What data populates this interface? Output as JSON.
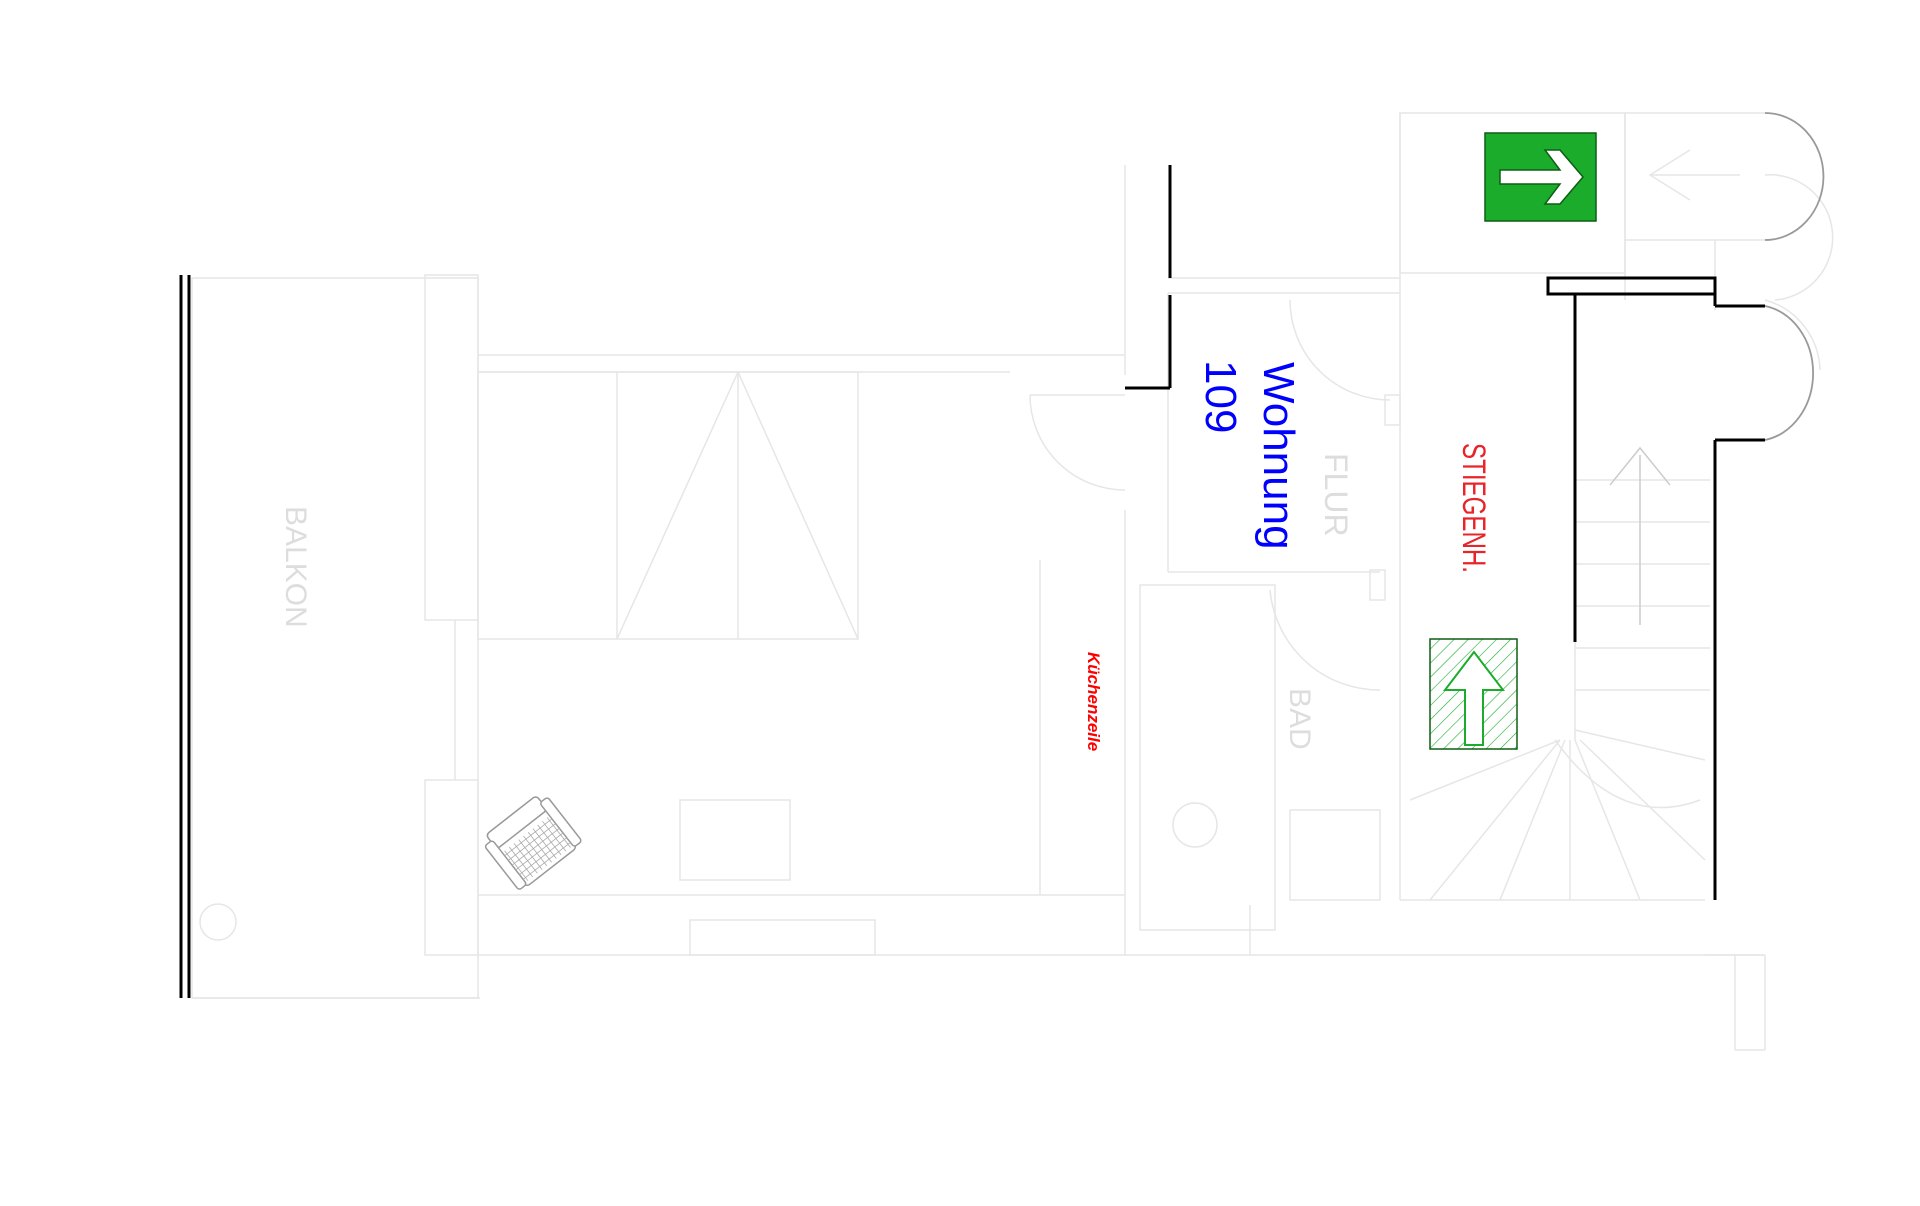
{
  "plan": {
    "apartment_label": "Wohnung",
    "apartment_number": "109",
    "rooms": {
      "balcony": "BALKON",
      "hall": "FLUR",
      "bath": "BAD",
      "stairwell": "STIEGENH.",
      "kitchenette": "Küchenzeile"
    }
  },
  "colors": {
    "apartment_label": "#0000ff",
    "stairwell_label": "#e8242b",
    "kitchenette_label": "#ff0000",
    "room_label_faint": "#dddddd",
    "exit_sign": "#1aac2a",
    "assembly_marker": "#1aac2a",
    "walls": "#000000",
    "lines": "#e6e6e6"
  },
  "symbols": {
    "exit_sign": "emergency-exit-arrow-right-icon",
    "assembly_marker": "escape-route-arrow-up-icon",
    "chair": "armchair-icon"
  }
}
